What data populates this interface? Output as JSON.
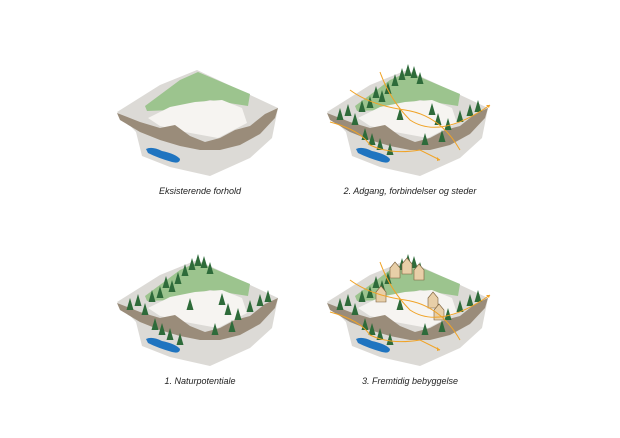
{
  "panels": [
    {
      "caption": "Eksisterende forhold",
      "trees": false,
      "arrows": false,
      "houses": false
    },
    {
      "caption": "2. Adgang, forbindelser og steder",
      "trees": true,
      "arrows": true,
      "houses": false
    },
    {
      "caption": "1. Naturpotentiale",
      "trees": true,
      "arrows": false,
      "houses": false
    },
    {
      "caption": "3. Fremtidig bebyggelse",
      "trees": true,
      "arrows": true,
      "houses": true
    }
  ],
  "colors": {
    "ground": "#dcdad6",
    "field": "#9cc48e",
    "clearing": "#f6f4f1",
    "strata": "#9a8c7a",
    "water": "#1f74c0",
    "tree": "#2e6b3a",
    "path": "#f0a326",
    "house": "#e8cfa8"
  }
}
